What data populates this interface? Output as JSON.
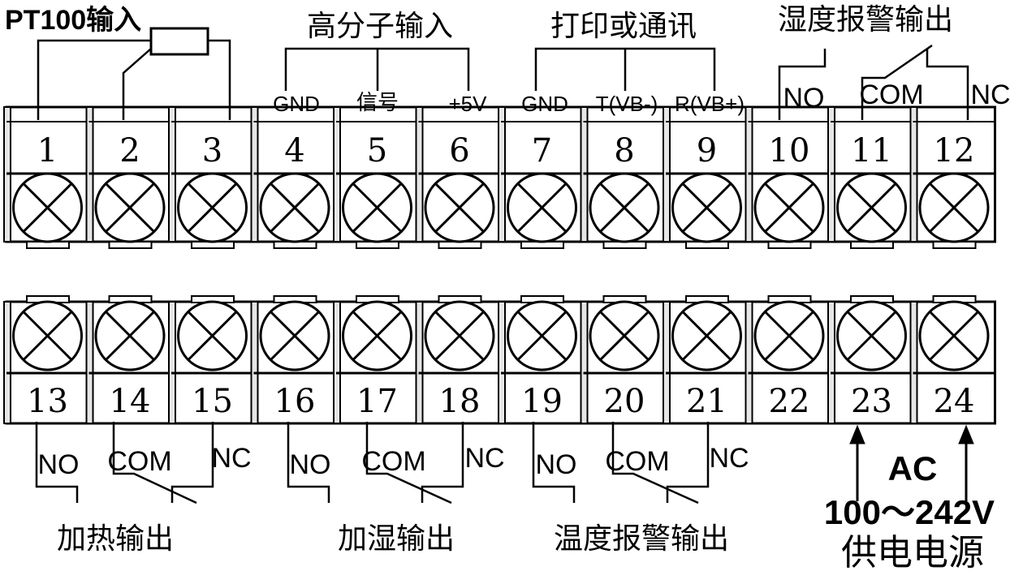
{
  "top_row": {
    "terminals": [
      "1",
      "2",
      "3",
      "4",
      "5",
      "6",
      "7",
      "8",
      "9",
      "10",
      "11",
      "12"
    ],
    "signal_labels": [
      "GND",
      "信号",
      "+5V",
      "GND",
      "T(VB-)",
      "R(VB+)",
      "NO",
      "COM",
      "NC"
    ],
    "groups": {
      "pt100": "PT100输入",
      "polymer": "高分子输入",
      "print_comm": "打印或通讯",
      "humidity_alarm": "湿度报警输出"
    }
  },
  "bottom_row": {
    "terminals": [
      "13",
      "14",
      "15",
      "16",
      "17",
      "18",
      "19",
      "20",
      "21",
      "22",
      "23",
      "24"
    ],
    "relay_labels": [
      "NO",
      "COM",
      "NC",
      "NO",
      "COM",
      "NC",
      "NO",
      "COM",
      "NC"
    ],
    "groups": {
      "heating": "加热输出",
      "humidify": "加湿输出",
      "temp_alarm": "温度报警输出"
    },
    "power": {
      "line1": "AC",
      "line2": "100～242V",
      "line3": "供电电源"
    }
  },
  "colors": {
    "ink": "#000000",
    "background": "#ffffff",
    "block_shade": "#e6e6e6"
  }
}
